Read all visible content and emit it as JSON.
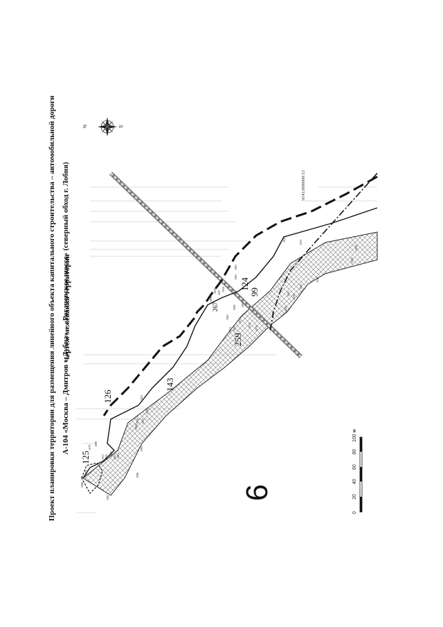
{
  "page_number": "267",
  "title": {
    "line1": "Проект планировки территории для размещения линейного объекта капитального строительства – автомобильной дороги",
    "line2": "А-104 «Москва – Дмитров – Дубна» – «Рогачевское шоссе» (северный обход г. Лобня)",
    "line3": "Чертеж межевания территории"
  },
  "sheet_number": "6",
  "cadastral_number": "50:41:0000000:13",
  "compass": {
    "north": "N",
    "south": "S"
  },
  "zone_labels": [
    "125",
    "126",
    "143",
    "124",
    "99",
    "259"
  ],
  "point_labels": [
    "1075",
    "1076",
    "1068",
    "1080",
    "1051",
    "1050",
    "1049",
    "1052",
    "1053",
    "1067",
    "1065",
    "1066",
    "1064",
    "1077",
    "1055",
    "1056",
    "1054",
    "1058",
    "1057",
    "1060",
    "1061",
    "1062",
    "1063",
    "1071",
    "1072",
    "1073",
    "1074",
    "1070",
    "1069",
    "1059",
    "1022",
    "1023",
    "1021",
    "1020",
    "1019",
    "1041",
    "1042",
    "1040",
    "1038",
    "1039",
    "1081"
  ],
  "scale_bar": {
    "ticks": [
      "0",
      "20",
      "40",
      "60",
      "80",
      "100 м"
    ]
  }
}
